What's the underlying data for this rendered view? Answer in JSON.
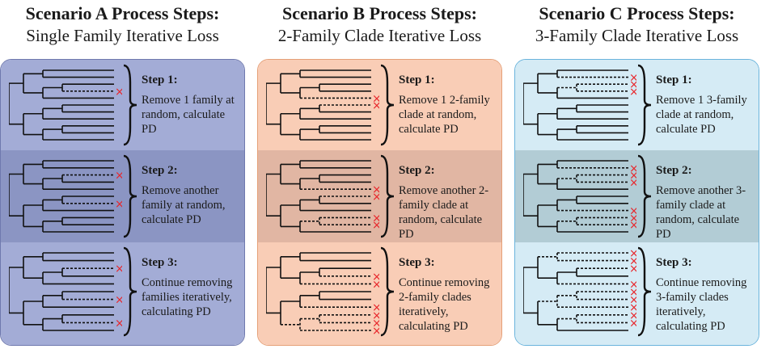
{
  "colors": {
    "red_x": "#e8262b",
    "A": {
      "light": "#a3acd6",
      "dark": "#8b95c3",
      "border": "#6f79ae"
    },
    "B": {
      "light": "#f9cdb6",
      "dark": "#e1b6a3",
      "border": "#e5a078"
    },
    "C": {
      "light": "#d5ebf5",
      "dark": "#b2ccd5",
      "border": "#6ab4dc"
    }
  },
  "scenarios": [
    {
      "id": "A",
      "title_prefix": "Scenario",
      "title_letter": "A",
      "title_suffix": "Process Steps:",
      "subtitle": "Single Family Iterative Loss",
      "steps": [
        {
          "title": "Step 1:",
          "text": "Remove 1 family at random, calculate PD"
        },
        {
          "title": "Step 2:",
          "text": "Remove another family at random, calculate PD"
        },
        {
          "title": "Step 3:",
          "text": "Continue removing families iteratively, calculating PD"
        }
      ]
    },
    {
      "id": "B",
      "title_prefix": "Scenario",
      "title_letter": "B",
      "title_suffix": "Process Steps:",
      "subtitle": "2-Family Clade Iterative Loss",
      "steps": [
        {
          "title": "Step 1:",
          "text": "Remove 1 2-family clade at random, calculate PD"
        },
        {
          "title": "Step 2:",
          "text": "Remove another 2-family clade at random, calculate PD"
        },
        {
          "title": "Step 3:",
          "text": "Continue removing 2-family clades iteratively, calculating PD"
        }
      ]
    },
    {
      "id": "C",
      "title_prefix": "Scenario",
      "title_letter": "C",
      "title_suffix": "Process Steps:",
      "subtitle": "3-Family Clade Iterative Loss",
      "steps": [
        {
          "title": "Step 1:",
          "text": "Remove 1 3-family clade at random, calculate PD"
        },
        {
          "title": "Step 2:",
          "text": "Remove another 3-family clade at random, calculate PD"
        },
        {
          "title": "Step 3:",
          "text": "Continue removing 3-family clades iteratively, calculating PD"
        }
      ]
    }
  ],
  "removed_leaves": {
    "A": [
      [
        3
      ],
      [
        2,
        6
      ],
      [
        2,
        6,
        9
      ]
    ],
    "B": [
      [
        4,
        5
      ],
      [
        4,
        5,
        8,
        9
      ],
      [
        3,
        4,
        7,
        8,
        9,
        10
      ]
    ],
    "C": [
      [
        1,
        2,
        3
      ],
      [
        1,
        2,
        3,
        7,
        8,
        9
      ],
      [
        0,
        1,
        2,
        4,
        5,
        6,
        7,
        8,
        9
      ]
    ]
  }
}
